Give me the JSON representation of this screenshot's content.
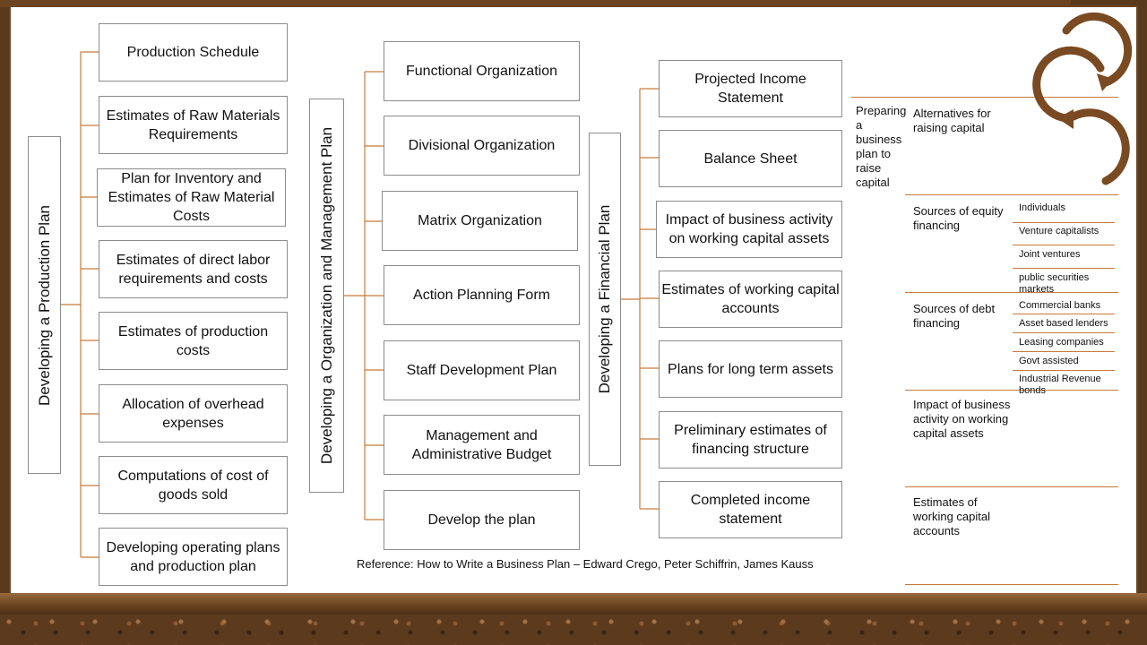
{
  "production": {
    "title": "Developing a Production Plan",
    "items": [
      "Production Schedule",
      "Estimates of Raw Materials Requirements",
      "Plan for Inventory and Estimates of Raw Material Costs",
      "Estimates of direct labor requirements and costs",
      "Estimates of production costs",
      "Allocation of overhead expenses",
      "Computations of cost of goods sold",
      "Developing operating plans and production plan"
    ]
  },
  "organization": {
    "title": "Developing a Organization and Management Plan",
    "items": [
      "Functional Organization",
      "Divisional Organization",
      "Matrix Organization",
      "Action Planning Form",
      "Staff Development Plan",
      "Management and Administrative Budget",
      "Develop the plan"
    ]
  },
  "financial": {
    "title": "Developing a Financial Plan",
    "items": [
      "Projected Income Statement",
      "Balance Sheet",
      "Impact of business activity on working capital assets",
      "Estimates of working capital accounts",
      "Plans for long term assets",
      "Preliminary estimates of financing structure",
      "Completed income statement"
    ]
  },
  "capital": {
    "title": "Preparing a business plan to raise capital",
    "rows": [
      "Alternatives for raising capital",
      "Sources of equity financing",
      "Sources of debt financing",
      "Impact of business activity on working capital assets",
      "Estimates of working capital accounts"
    ],
    "equity_sources": [
      "Individuals",
      "Venture capitalists",
      "Joint ventures",
      "public securities markets"
    ],
    "debt_sources": [
      "Commercial banks",
      "Asset based lenders",
      "Leasing companies",
      "Govt assisted programs",
      "Industrial Revenue bonds"
    ]
  },
  "reference": "Reference: How to Write a Business Plan – Edward Crego, Peter Schiffrin, James Kauss",
  "colors": {
    "connector": "#c87a3a",
    "frame": "#6b4522"
  }
}
